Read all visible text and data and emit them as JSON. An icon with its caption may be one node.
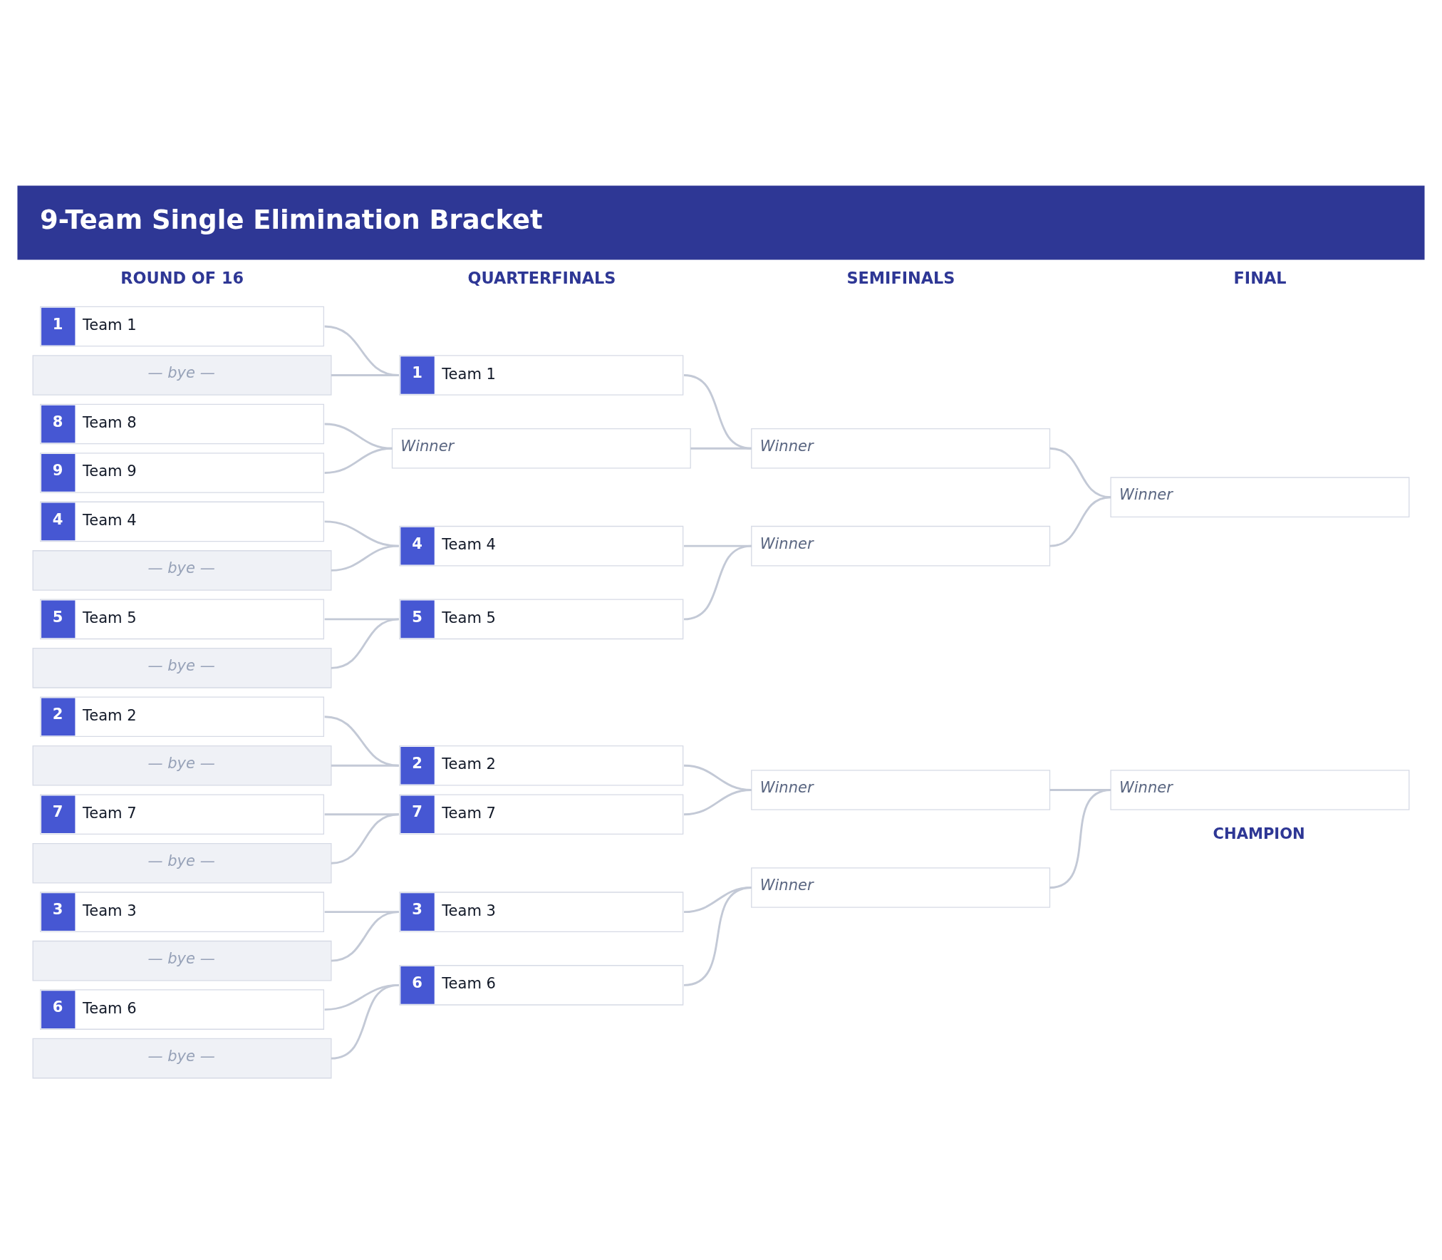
{
  "diagram": {
    "title": "9-Team Single Elimination Bracket",
    "nodes": [
      {
        "text": [
          "1",
          "Team 1"
        ]
      },
      {
        "text": [
          "— bye —"
        ]
      },
      {
        "text": [
          "8",
          "Team 8"
        ]
      },
      {
        "text": [
          "9",
          "Team 9"
        ]
      },
      {
        "text": [
          "4",
          "Team 4"
        ]
      },
      {
        "text": [
          "— bye —"
        ]
      },
      {
        "text": [
          "5",
          "Team 5"
        ]
      },
      {
        "text": [
          "— bye —"
        ]
      },
      {
        "text": [
          "2",
          "Team 2"
        ]
      },
      {
        "text": [
          "— bye —"
        ]
      },
      {
        "text": [
          "7",
          "Team 7"
        ]
      },
      {
        "text": [
          "— bye —"
        ]
      },
      {
        "text": [
          "3",
          "Team 3"
        ]
      },
      {
        "text": [
          "— bye —"
        ]
      },
      {
        "text": [
          "6",
          "Team 6"
        ]
      },
      {
        "text": [
          "— bye —"
        ]
      },
      {
        "text": [
          "1",
          "Team 1"
        ]
      },
      {
        "text": [
          "Winner"
        ]
      },
      {
        "text": [
          "4",
          "Team 4"
        ]
      },
      {
        "text": [
          "5",
          "Team 5"
        ]
      },
      {
        "text": [
          "2",
          "Team 2"
        ]
      },
      {
        "text": [
          "7",
          "Team 7"
        ]
      },
      {
        "text": [
          "3",
          "Team 3"
        ]
      },
      {
        "text": [
          "6",
          "Team 6"
        ]
      },
      {
        "text": [
          "Winner"
        ]
      },
      {
        "text": [
          "Winner"
        ]
      },
      {
        "text": [
          "Winner"
        ]
      },
      {
        "text": [
          "Winner"
        ]
      },
      {
        "text": [
          "Winner"
        ]
      },
      {
        "text": [
          "Winner"
        ]
      }
    ],
    "edges": [
      {
        "from": 0,
        "to": 16,
        "arrow": "none"
      },
      {
        "from": 1,
        "to": 16,
        "arrow": "none"
      },
      {
        "from": 2,
        "to": 17,
        "arrow": "none"
      },
      {
        "from": 3,
        "to": 17,
        "arrow": "none"
      },
      {
        "from": 4,
        "to": 18,
        "arrow": "none"
      },
      {
        "from": 5,
        "to": 18,
        "arrow": "none"
      },
      {
        "from": 6,
        "to": 19,
        "arrow": "none"
      },
      {
        "from": 7,
        "to": 19,
        "arrow": "none"
      },
      {
        "from": 8,
        "to": 20,
        "arrow": "none"
      },
      {
        "from": 9,
        "to": 20,
        "arrow": "none"
      },
      {
        "from": 10,
        "to": 21,
        "arrow": "none"
      },
      {
        "from": 11,
        "to": 21,
        "arrow": "none"
      },
      {
        "from": 12,
        "to": 22,
        "arrow": "none"
      },
      {
        "from": 13,
        "to": 22,
        "arrow": "none"
      },
      {
        "from": 14,
        "to": 23,
        "arrow": "none"
      },
      {
        "from": 15,
        "to": 23,
        "arrow": "none"
      },
      {
        "from": 16,
        "to": 24,
        "arrow": "none"
      },
      {
        "from": 17,
        "to": 24,
        "arrow": "none"
      },
      {
        "from": 18,
        "to": 25,
        "arrow": "none"
      },
      {
        "from": 19,
        "to": 25,
        "arrow": "none"
      },
      {
        "from": 20,
        "to": 26,
        "arrow": "none"
      },
      {
        "from": 21,
        "to": 26,
        "arrow": "none"
      },
      {
        "from": 22,
        "to": 27,
        "arrow": "none"
      },
      {
        "from": 23,
        "to": 27,
        "arrow": "none"
      },
      {
        "from": 24,
        "to": 28,
        "arrow": "none"
      },
      {
        "from": 25,
        "to": 28,
        "arrow": "none"
      },
      {
        "from": 26,
        "to": 29,
        "arrow": "none"
      },
      {
        "from": 27,
        "to": 29,
        "arrow": "none"
      }
    ],
    "labels": [
      "ROUND OF 16",
      "QUARTERFINALS",
      "SEMIFINALS",
      "FINAL",
      "CHAMPION"
    ]
  }
}
